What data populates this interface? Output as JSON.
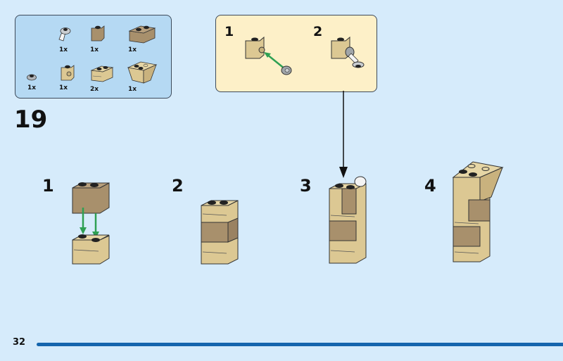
{
  "page": {
    "step_number": "19",
    "page_number": "32",
    "background_color": "#d6ebfb",
    "progress_bar_color": "#1565ad"
  },
  "parts_list": {
    "background_color": "#b5d9f3",
    "items": [
      {
        "name": "round-plate-with-clip",
        "qty": "1x",
        "color": "light-bluish-gray"
      },
      {
        "name": "brick-1x1",
        "qty": "1x",
        "color": "dark-tan"
      },
      {
        "name": "brick-1x2",
        "qty": "1x",
        "color": "dark-tan"
      },
      {
        "name": "round-plate-1x1",
        "qty": "1x",
        "color": "light-bluish-gray"
      },
      {
        "name": "brick-1x1-with-stud-on-side",
        "qty": "1x",
        "color": "tan"
      },
      {
        "name": "masonry-brick-1x2",
        "qty": "2x",
        "color": "tan"
      },
      {
        "name": "inverted-slope-2x2",
        "qty": "1x",
        "color": "tan"
      }
    ]
  },
  "sub_assembly": {
    "background_color": "#fdf0c8",
    "steps": [
      {
        "label": "1"
      },
      {
        "label": "2"
      }
    ]
  },
  "main_steps": [
    {
      "label": "1"
    },
    {
      "label": "2"
    },
    {
      "label": "3"
    },
    {
      "label": "4"
    }
  ],
  "colors": {
    "tan": "#dcc893",
    "dark_tan": "#a8906c",
    "green_arrow": "#2ea053",
    "gray": "#a0a5a9"
  }
}
